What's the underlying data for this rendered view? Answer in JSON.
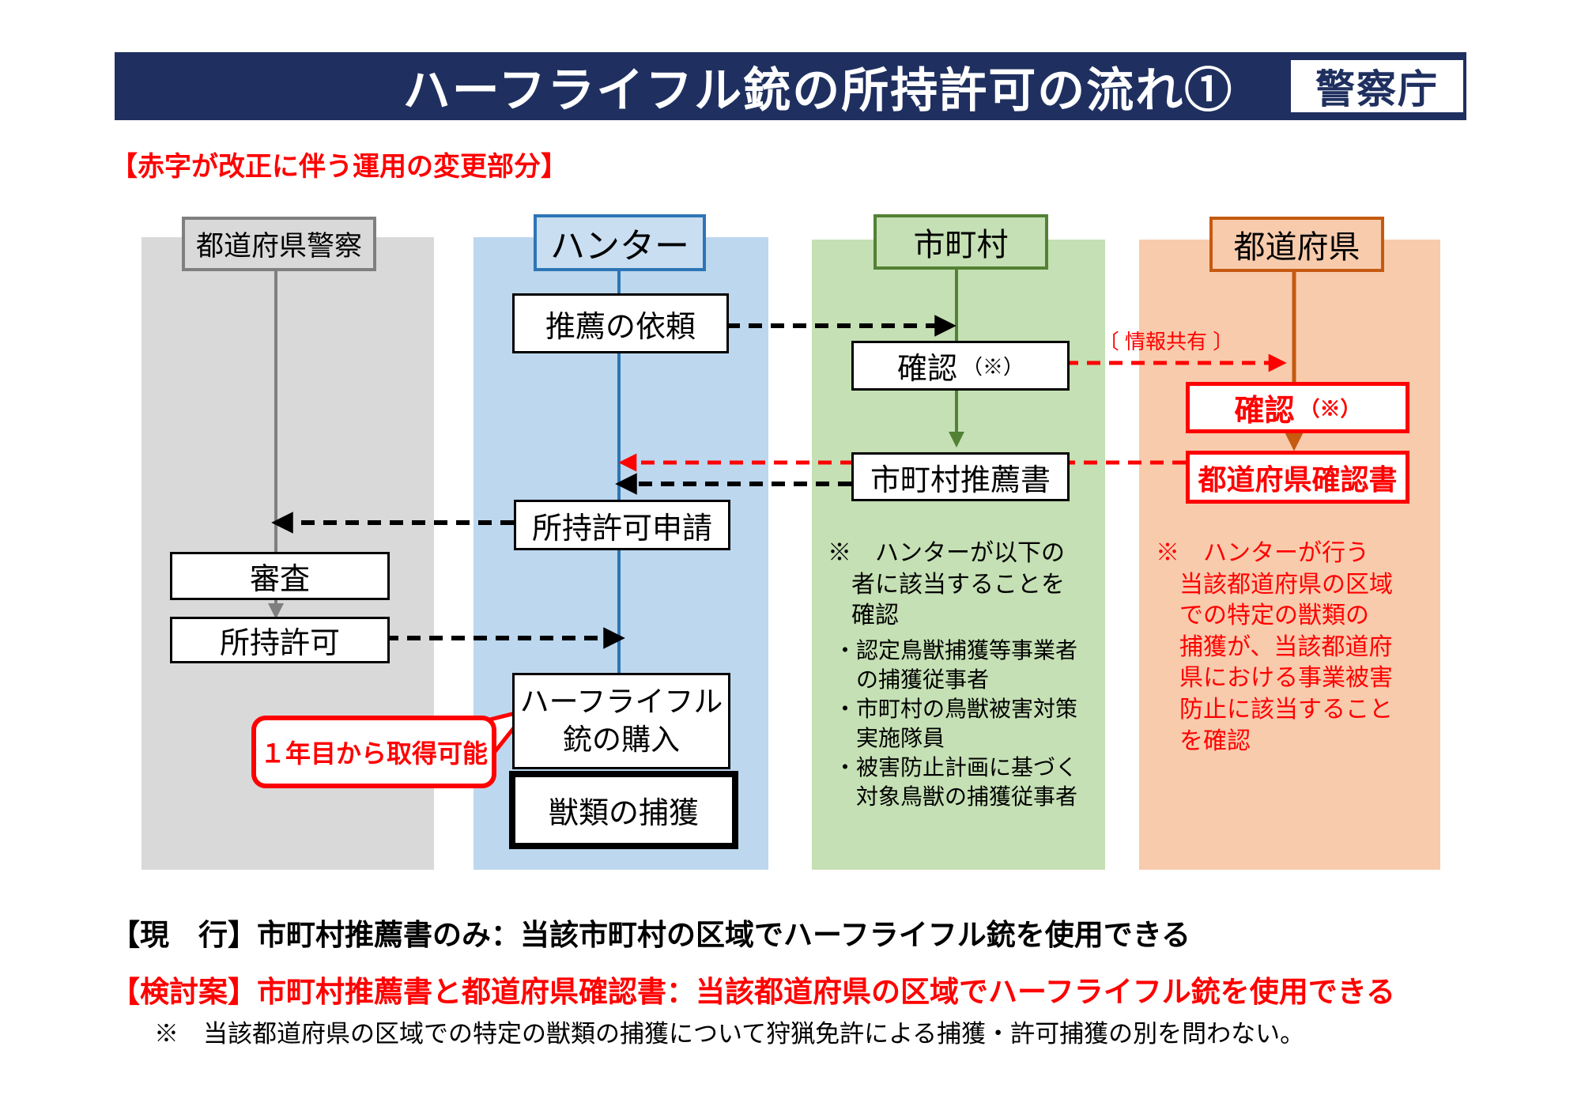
{
  "header": {
    "title": "ハーフライフル銃の所持許可の流れ①",
    "agency": "警察庁"
  },
  "caption": "【赤字が改正に伴う運用の変更部分】",
  "lanes": {
    "police": {
      "label": "都道府県警察"
    },
    "hunter": {
      "label": "ハンター"
    },
    "municipality": {
      "label": "市町村"
    },
    "prefecture": {
      "label": "都道府県"
    }
  },
  "flow": {
    "request": "推薦の依頼",
    "muni_check": {
      "main": "確認",
      "suffix": "（※）"
    },
    "muni_letter": "市町村推薦書",
    "pref_check": {
      "main": "確認",
      "suffix": "（※）"
    },
    "pref_letter": "都道府県確認書",
    "application": "所持許可申請",
    "examination": "審査",
    "permit": "所持許可",
    "purchase": "ハーフライフル\n銃の購入",
    "capture": "獣類の捕獲",
    "info_share": "〔 情報共有 〕",
    "bubble": "１年目から取得可能"
  },
  "notes": {
    "municipality_head": "※　ハンターが以下の\n　者に該当することを\n　確認",
    "municipality_bullets": "・認定鳥獣捕獲等事業者\n　の捕獲従事者\n・市町村の鳥獣被害対策\n　実施隊員\n・被害防止計画に基づく\n　対象鳥獣の捕獲従事者",
    "prefecture": "※　ハンターが行う\n　当該都道府県の区域\n　での特定の獣類の\n　捕獲が、当該都道府\n　県における事業被害\n　防止に該当すること\n　を確認"
  },
  "footer": {
    "current": "【現　行】市町村推薦書のみ：当該市町村の区域でハーフライフル銃を使用できる",
    "proposal": "【検討案】市町村推薦書と都道府県確認書：当該都道府県の区域でハーフライフル銃を使用できる",
    "note": "※　当該都道府県の区域での特定の獣類の捕獲について狩猟免許による捕獲・許可捕獲の別を問わない。"
  },
  "colors": {
    "header_navy": "#1f3060",
    "accent_red": "#ff0000",
    "lane_police_fill": "#d9d9d9",
    "lane_hunter_fill": "#bdd7ee",
    "lane_municipality_fill": "#c5e0b4",
    "lane_prefecture_fill": "#f8cbad",
    "line_police": "#7f7f7f",
    "line_hunter": "#2e75b6",
    "line_municipality": "#538135",
    "line_prefecture": "#c55a11"
  }
}
